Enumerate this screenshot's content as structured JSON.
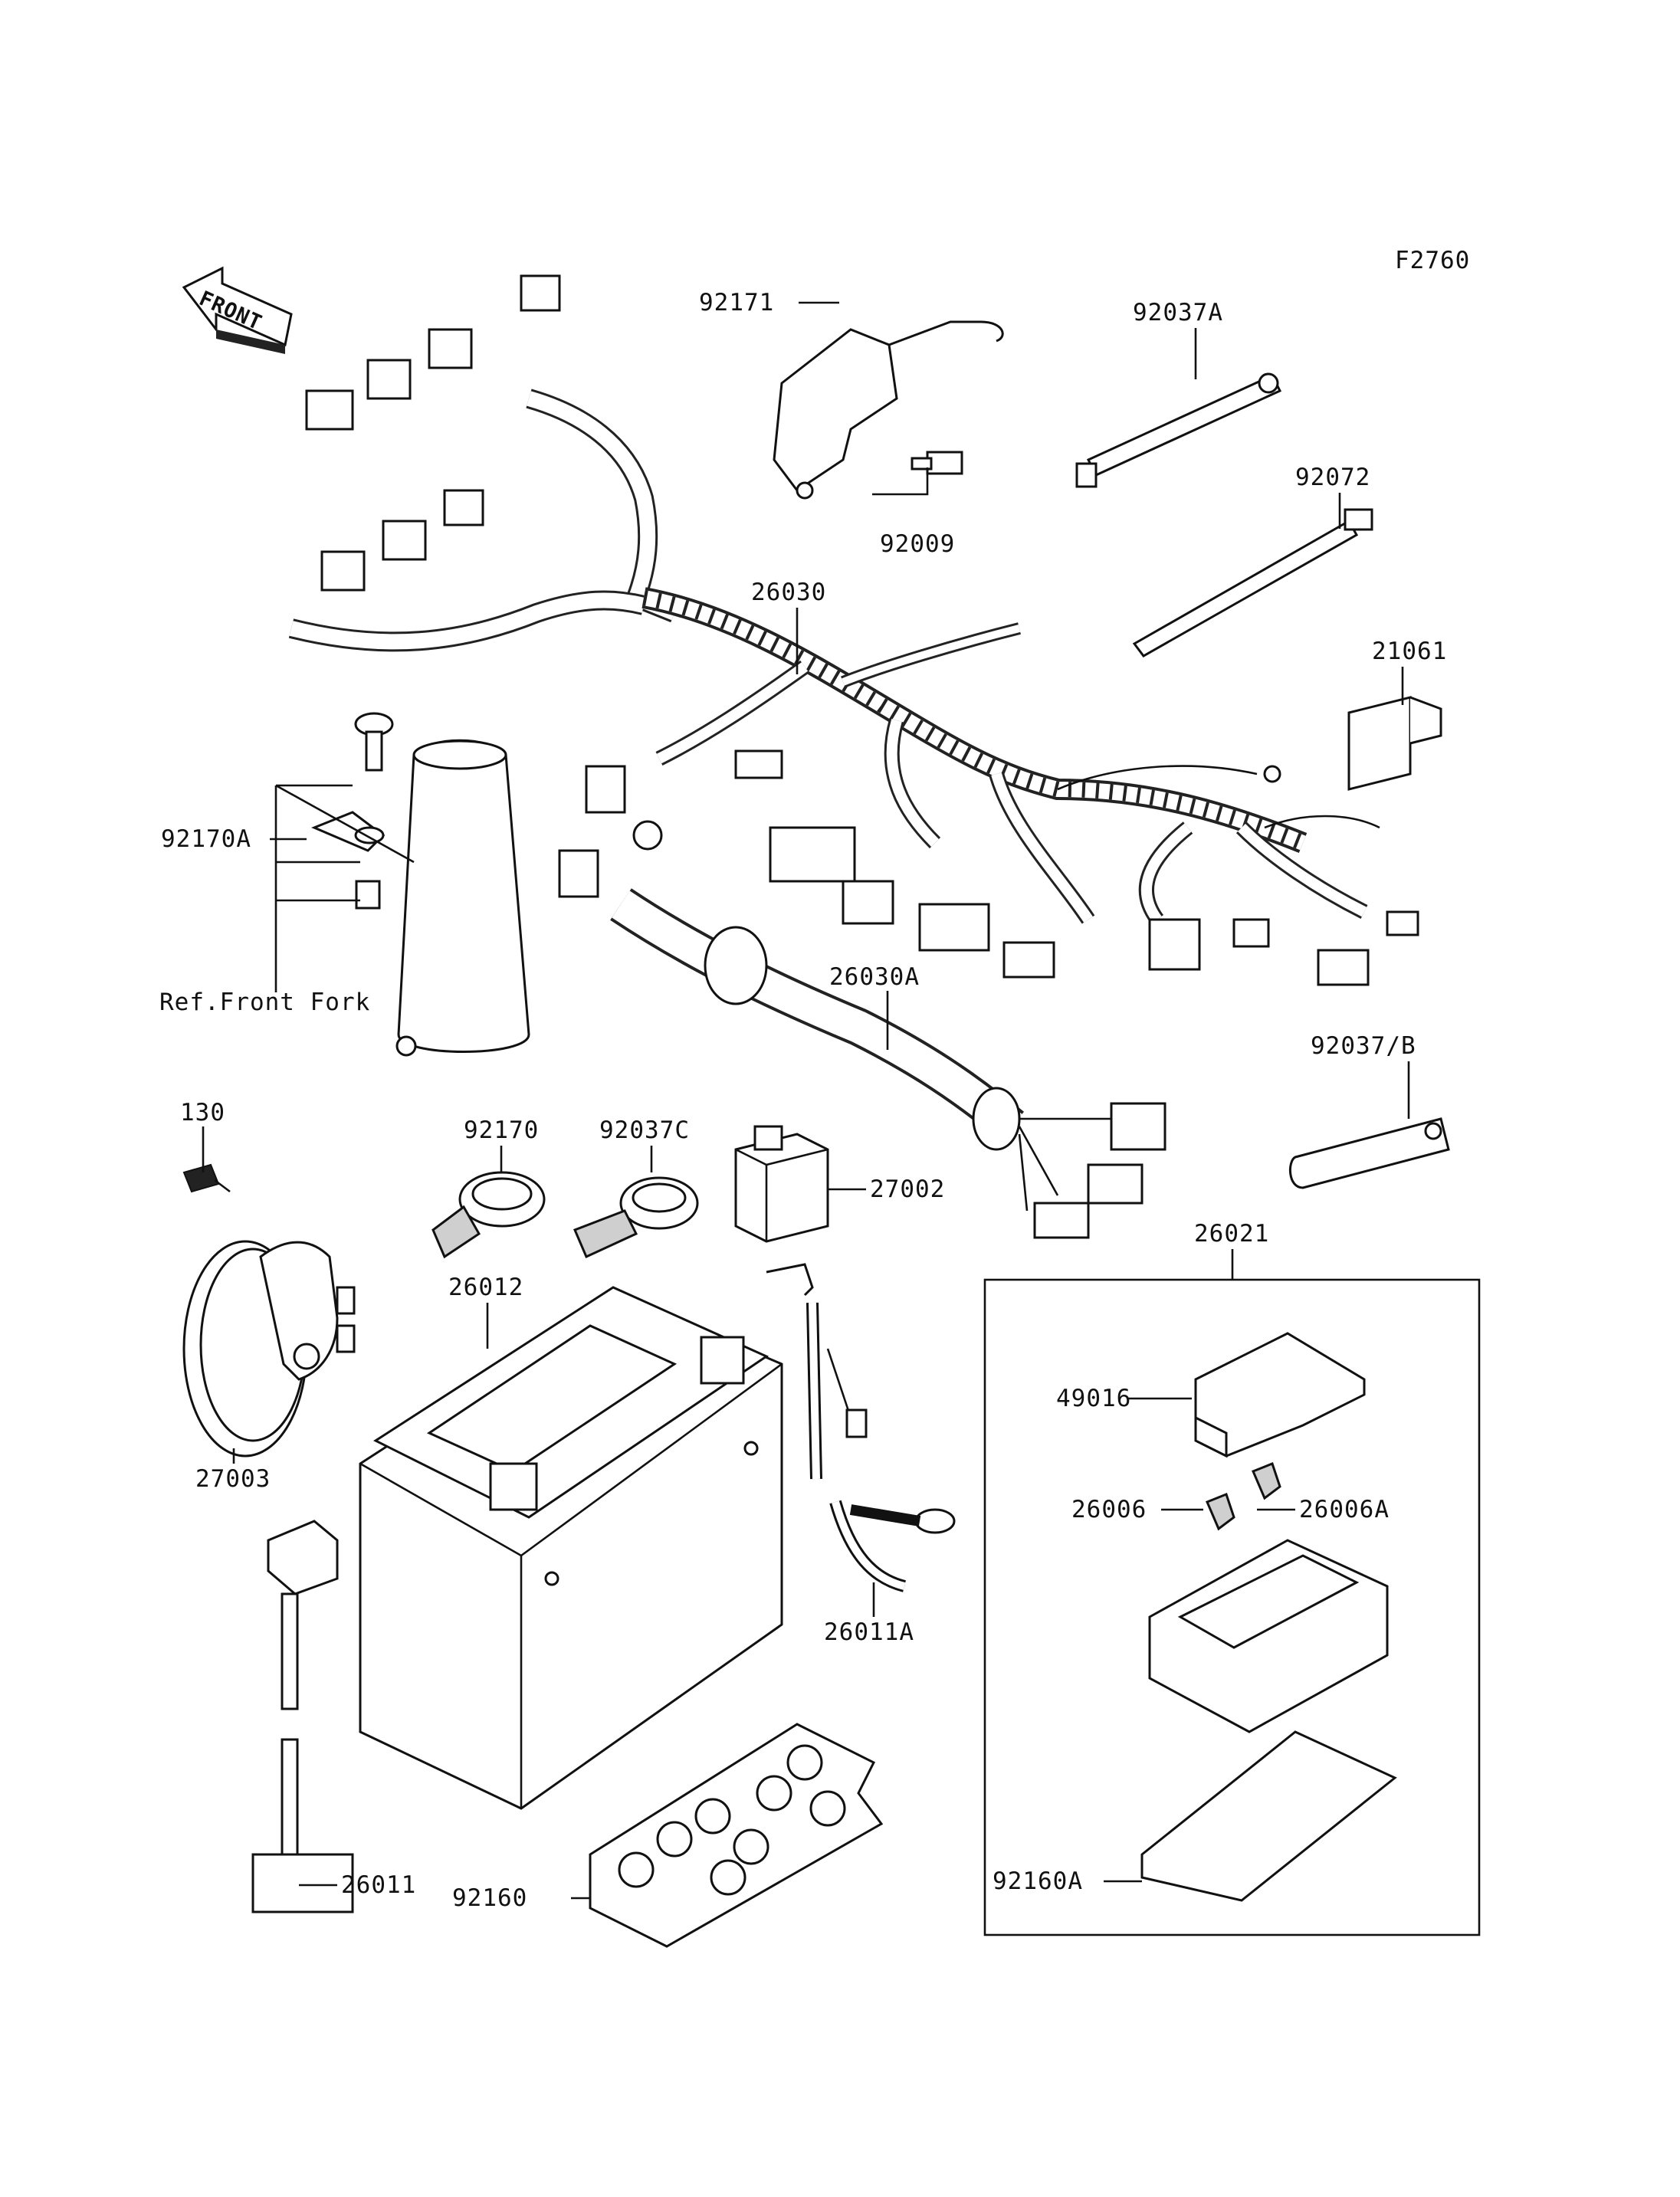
{
  "diagram": {
    "figure_code": "F2760",
    "direction_arrow": "FRONT",
    "parts": {
      "p92171": "92171",
      "p92037A": "92037A",
      "p92072": "92072",
      "p92009": "92009",
      "p26030": "26030",
      "p21061": "21061",
      "p92170A": "92170A",
      "ref_front_fork": "Ref.Front Fork",
      "p26030A": "26030A",
      "p92037B": "92037/B",
      "p130": "130",
      "p92170": "92170",
      "p92037C": "92037C",
      "p27002": "27002",
      "p26021": "26021",
      "p26012": "26012",
      "p49016": "49016",
      "p26006": "26006",
      "p26006A": "26006A",
      "p27003": "27003",
      "p26011A": "26011A",
      "p26011": "26011",
      "p92160": "92160",
      "p92160A": "92160A"
    }
  }
}
